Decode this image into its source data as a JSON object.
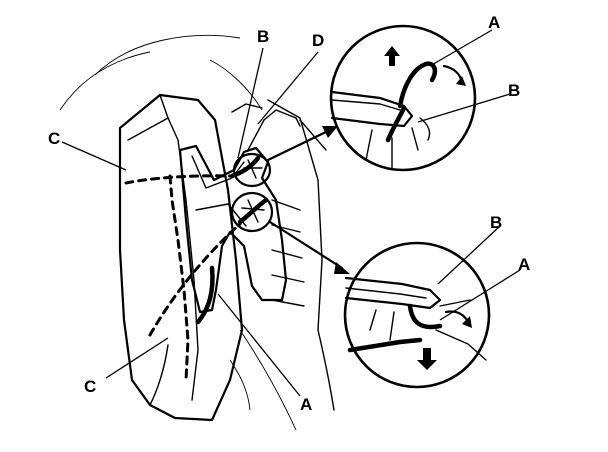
{
  "labels": {
    "wire_clip_top": "A",
    "clip_top": "B",
    "harness_upper_left": "C",
    "harness_lower_left": "C",
    "bracket": "D",
    "clip_main": "B",
    "clip_bottom": "B",
    "wire_clip_bottom": "A",
    "wire_main": "A"
  }
}
